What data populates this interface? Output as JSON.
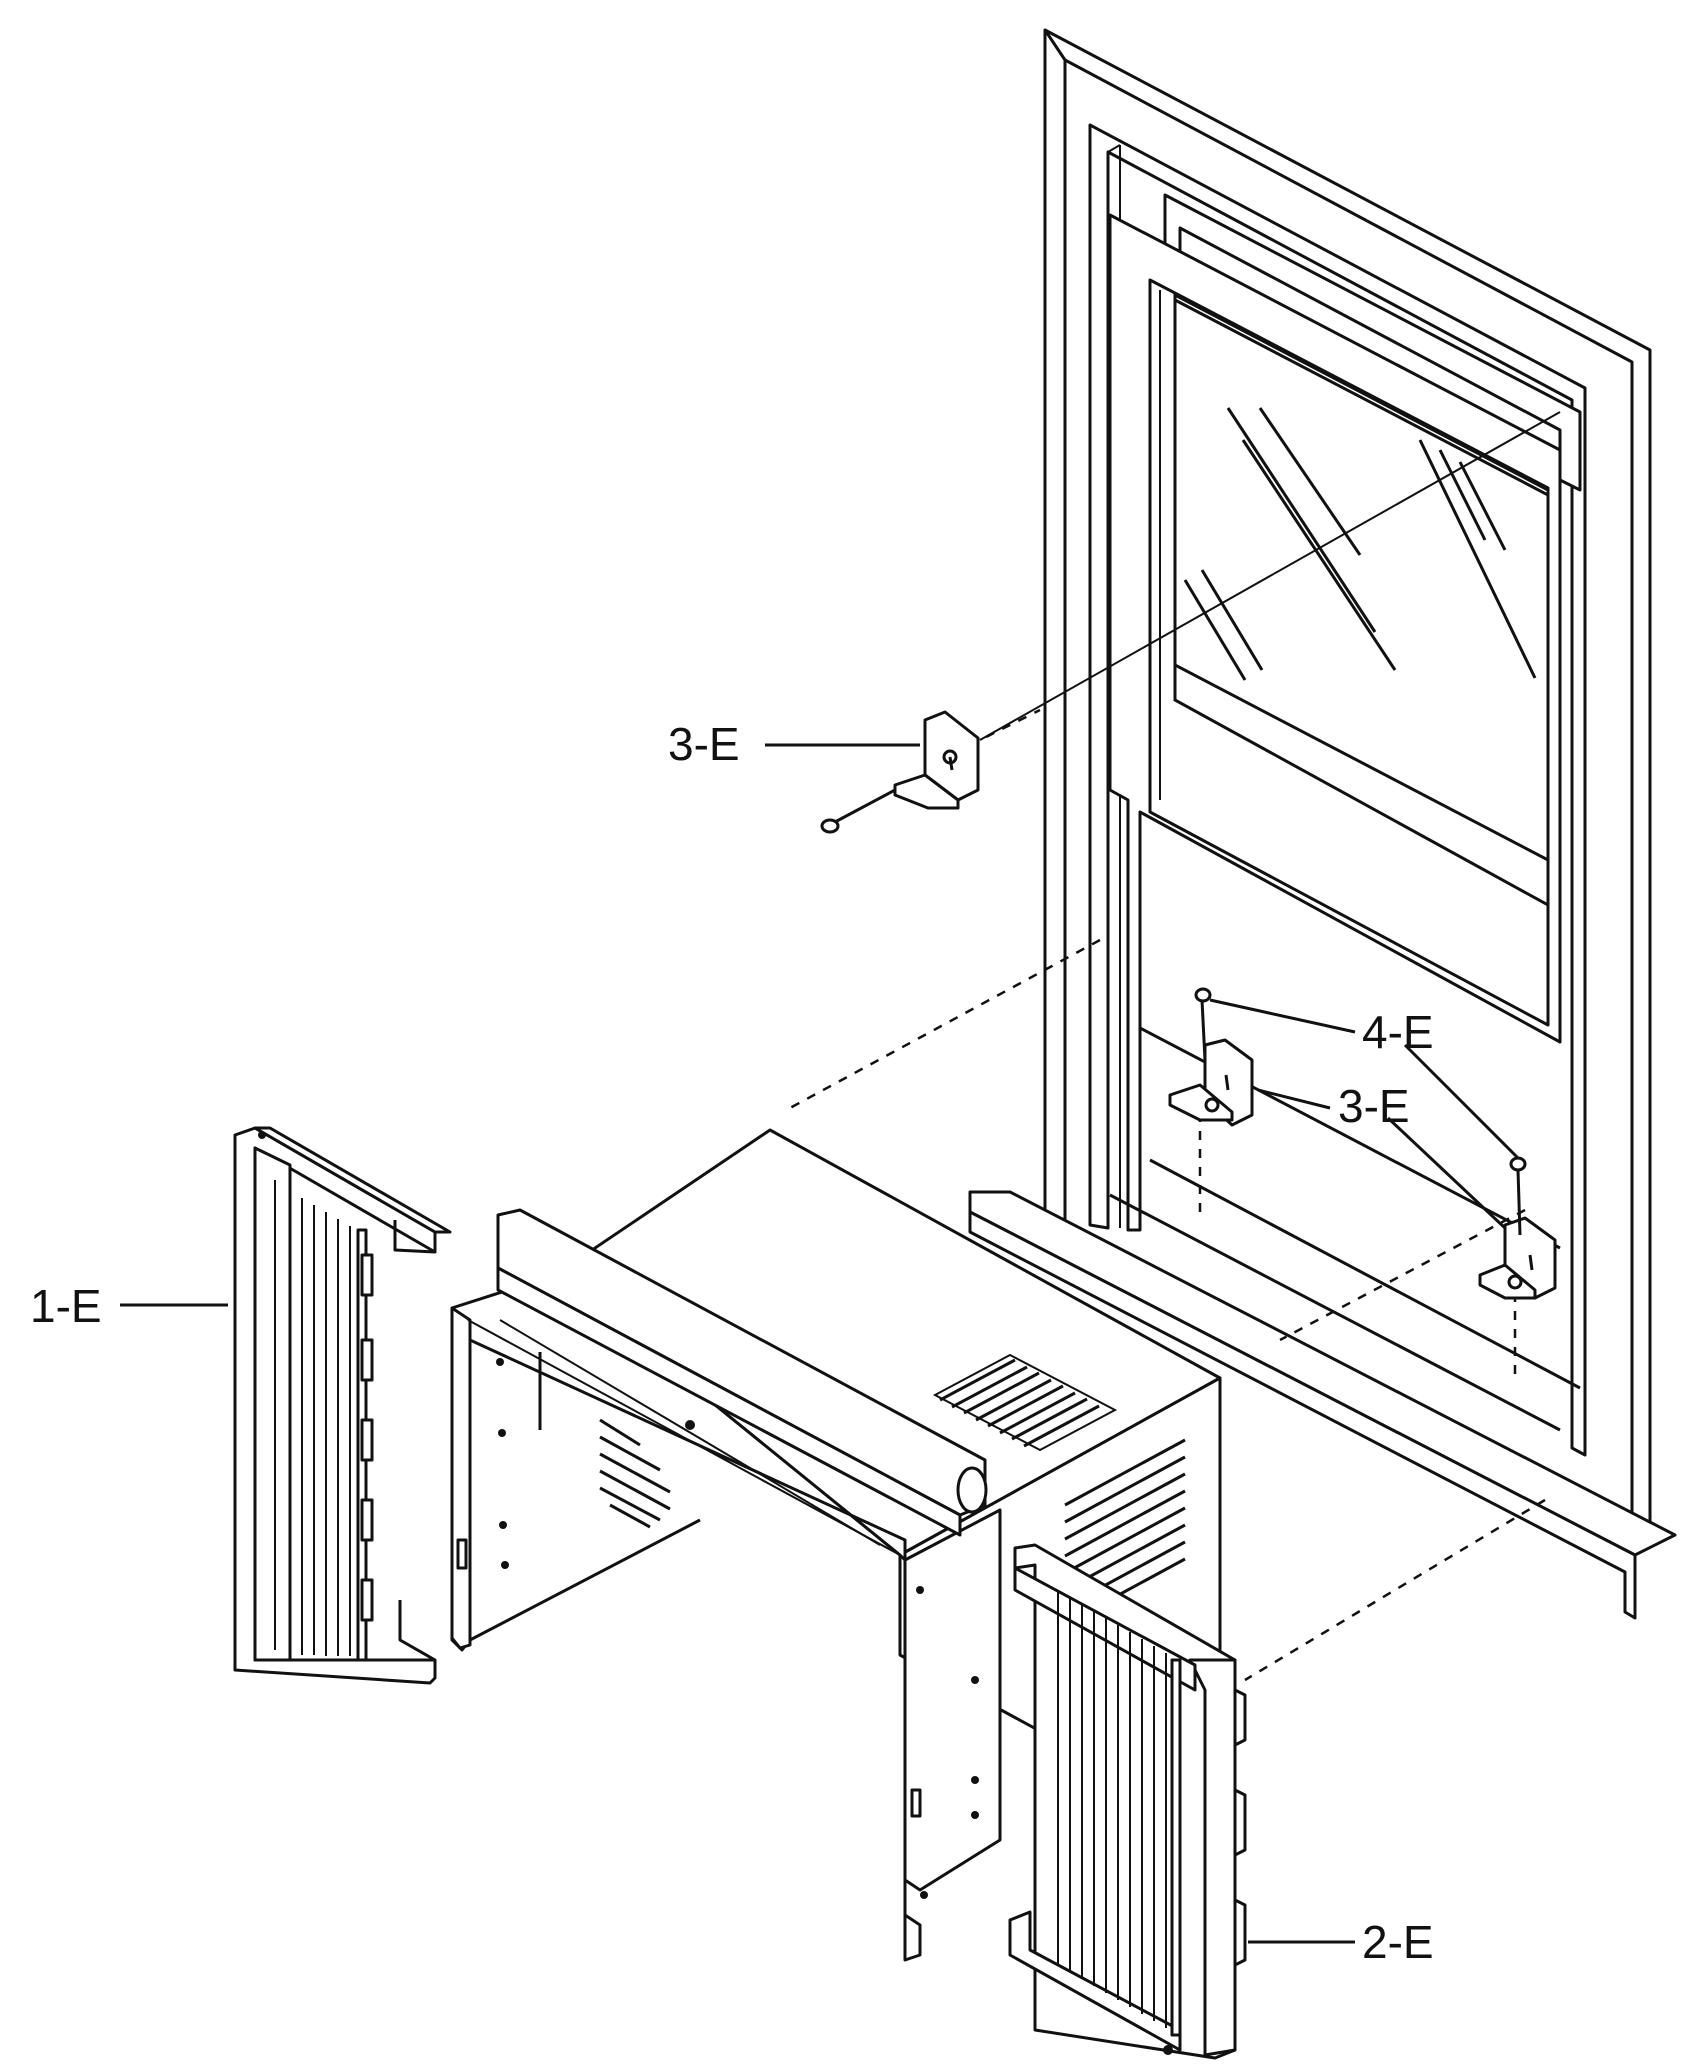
{
  "labels": {
    "bracket_upper": "3-E",
    "bracket_lower": "3-E",
    "screw": "4-E",
    "side_panel_left": "1-E",
    "side_panel_right": "2-E"
  }
}
